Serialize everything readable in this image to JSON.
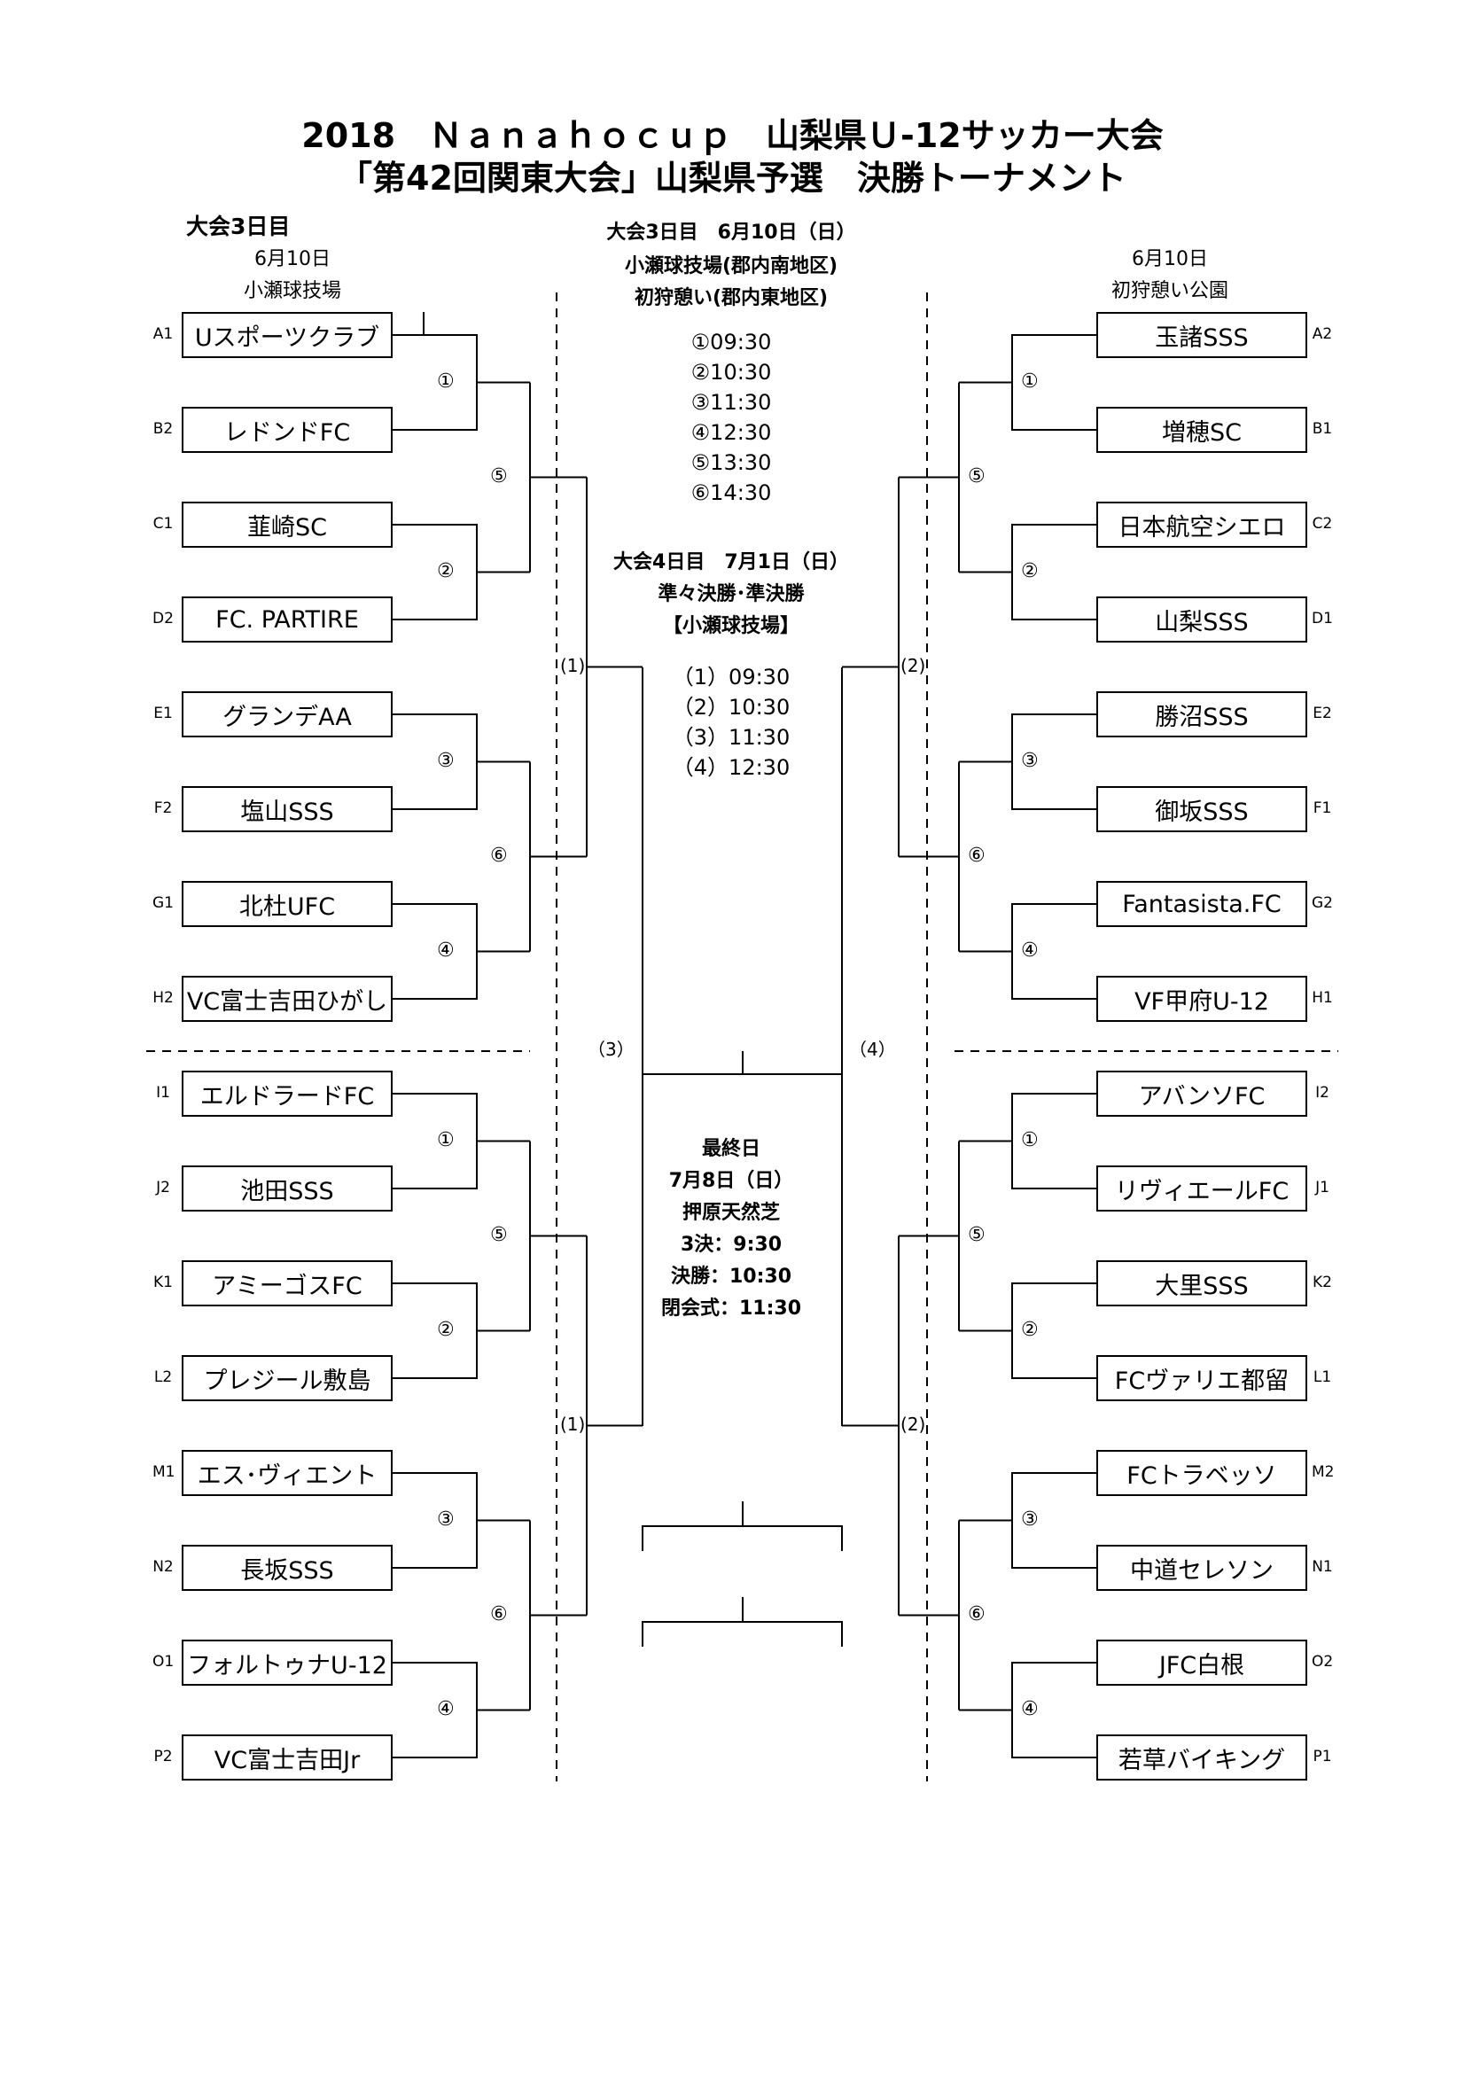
{
  "header": {
    "title_line1": "2018　Ｎａｎａｈｏｃｕｐ　山梨県Ｕ-12サッカー大会",
    "title_line2": "「第42回関東大会」山梨県予選　決勝トーナメント"
  },
  "left_info": {
    "day": "大会3日目",
    "date": "6月10日",
    "venue": "小瀬球技場"
  },
  "right_info": {
    "date": "6月10日",
    "venue": "初狩憩い公園"
  },
  "center": {
    "day3": "大会3日目　6月10日（日）",
    "venue1": "小瀬球技場(郡内南地区)",
    "venue2": "初狩憩い(郡内東地区)",
    "times": [
      "①09:30",
      "②10:30",
      "③11:30",
      "④12:30",
      "⑤13:30",
      "⑥14:30"
    ],
    "day4": "大会4日目　7月1日（日）",
    "round4": "準々決勝･準決勝",
    "venue4": "【小瀬球技場】",
    "times4": [
      "（1）09:30",
      "（2）10:30",
      "（3）11:30",
      "（4）12:30"
    ],
    "final": [
      "最終日",
      "7月8日（日）",
      "押原天然芝",
      "3決：9:30",
      "決勝：10:30",
      "閉会式：11:30"
    ]
  },
  "left_teams": [
    {
      "seed": "A1",
      "name": "Uスポーツクラブ"
    },
    {
      "seed": "B2",
      "name": "レドンドFC"
    },
    {
      "seed": "C1",
      "name": "韮崎SC"
    },
    {
      "seed": "D2",
      "name": "FC. PARTIRE"
    },
    {
      "seed": "E1",
      "name": "グランデAA"
    },
    {
      "seed": "F2",
      "name": "塩山SSS"
    },
    {
      "seed": "G1",
      "name": "北杜UFC"
    },
    {
      "seed": "H2",
      "name": "VC富士吉田ひがし"
    },
    {
      "seed": "I1",
      "name": "エルドラードFC"
    },
    {
      "seed": "J2",
      "name": "池田SSS"
    },
    {
      "seed": "K1",
      "name": "アミーゴスFC"
    },
    {
      "seed": "L2",
      "name": "プレジール敷島"
    },
    {
      "seed": "M1",
      "name": "エス･ヴィエント"
    },
    {
      "seed": "N2",
      "name": "長坂SSS"
    },
    {
      "seed": "O1",
      "name": "フォルトゥナU-12"
    },
    {
      "seed": "P2",
      "name": "VC富士吉田Jr"
    }
  ],
  "right_teams": [
    {
      "seed": "A2",
      "name": "玉諸SSS"
    },
    {
      "seed": "B1",
      "name": "増穂SC"
    },
    {
      "seed": "C2",
      "name": "日本航空シエロ"
    },
    {
      "seed": "D1",
      "name": "山梨SSS"
    },
    {
      "seed": "E2",
      "name": "勝沼SSS"
    },
    {
      "seed": "F1",
      "name": "御坂SSS"
    },
    {
      "seed": "G2",
      "name": "Fantasista.FC"
    },
    {
      "seed": "H1",
      "name": "VF甲府U-12"
    },
    {
      "seed": "I2",
      "name": "アバンソFC"
    },
    {
      "seed": "J1",
      "name": "リヴィエールFC"
    },
    {
      "seed": "K2",
      "name": "大里SSS"
    },
    {
      "seed": "L1",
      "name": "FCヴァリエ都留"
    },
    {
      "seed": "M2",
      "name": "FCトラベッソ"
    },
    {
      "seed": "N1",
      "name": "中道セレソン"
    },
    {
      "seed": "O2",
      "name": "JFC白根"
    },
    {
      "seed": "P1",
      "name": "若草バイキング"
    }
  ],
  "labels": {
    "r1": [
      "①",
      "②",
      "③",
      "④"
    ],
    "r2": [
      "⑤",
      "⑥"
    ],
    "qf_left": "(1)",
    "qf_right": "(2)",
    "sf_left": "（3）",
    "sf_right": "（4）"
  }
}
